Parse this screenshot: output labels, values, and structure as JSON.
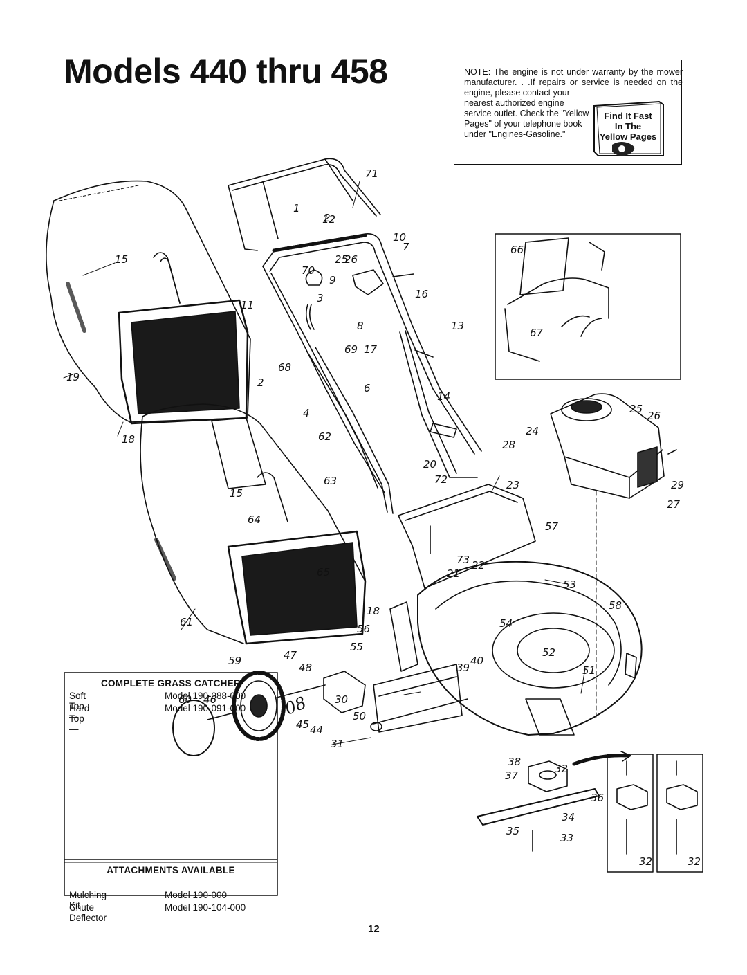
{
  "page": {
    "title": "Models 440 thru 458",
    "page_number": "12"
  },
  "note": {
    "text_top": "NOTE: The engine is not under warranty by the mower manufacturer. . .If repairs or service is needed on the engine, please contact your",
    "text_side": "nearest authorized engine service outlet. Check the \"Yellow Pages\" of your telephone book under \"Engines-Gasoline.\"",
    "logo_line1": "Find It Fast",
    "logo_line2": "In The",
    "logo_line3": "Yellow Pages"
  },
  "catcher": {
    "header": "COMPLETE GRASS CATCHER",
    "rows": [
      {
        "label": "Soft Top—",
        "model": "Model 190-088-000"
      },
      {
        "label": "Hard Top—",
        "model": "Model 190-091-000"
      }
    ],
    "attachments_header": "ATTACHMENTS AVAILABLE",
    "attachments": [
      {
        "label": "Mulching Kit—",
        "model": "Model 190-000"
      },
      {
        "label": "Chute Deflector—",
        "model": "Model 190-104-000"
      }
    ],
    "handwritten": "08"
  },
  "callouts": [
    "71",
    "1",
    "2",
    "10",
    "7",
    "25",
    "26",
    "15",
    "70",
    "9",
    "16",
    "3",
    "11",
    "8",
    "13",
    "69",
    "17",
    "68",
    "2",
    "6",
    "19",
    "14",
    "4",
    "18",
    "62",
    "28",
    "24",
    "25",
    "26",
    "20",
    "72",
    "23",
    "29",
    "27",
    "15",
    "63",
    "64",
    "57",
    "65",
    "73",
    "22",
    "21",
    "53",
    "61",
    "18",
    "58",
    "56",
    "54",
    "55",
    "52",
    "59",
    "47",
    "48",
    "39",
    "40",
    "51",
    "60",
    "46",
    "30",
    "50",
    "45",
    "44",
    "31",
    "38",
    "37",
    "32",
    "36",
    "34",
    "35",
    "33",
    "32",
    "32",
    "66",
    "67",
    "12"
  ]
}
